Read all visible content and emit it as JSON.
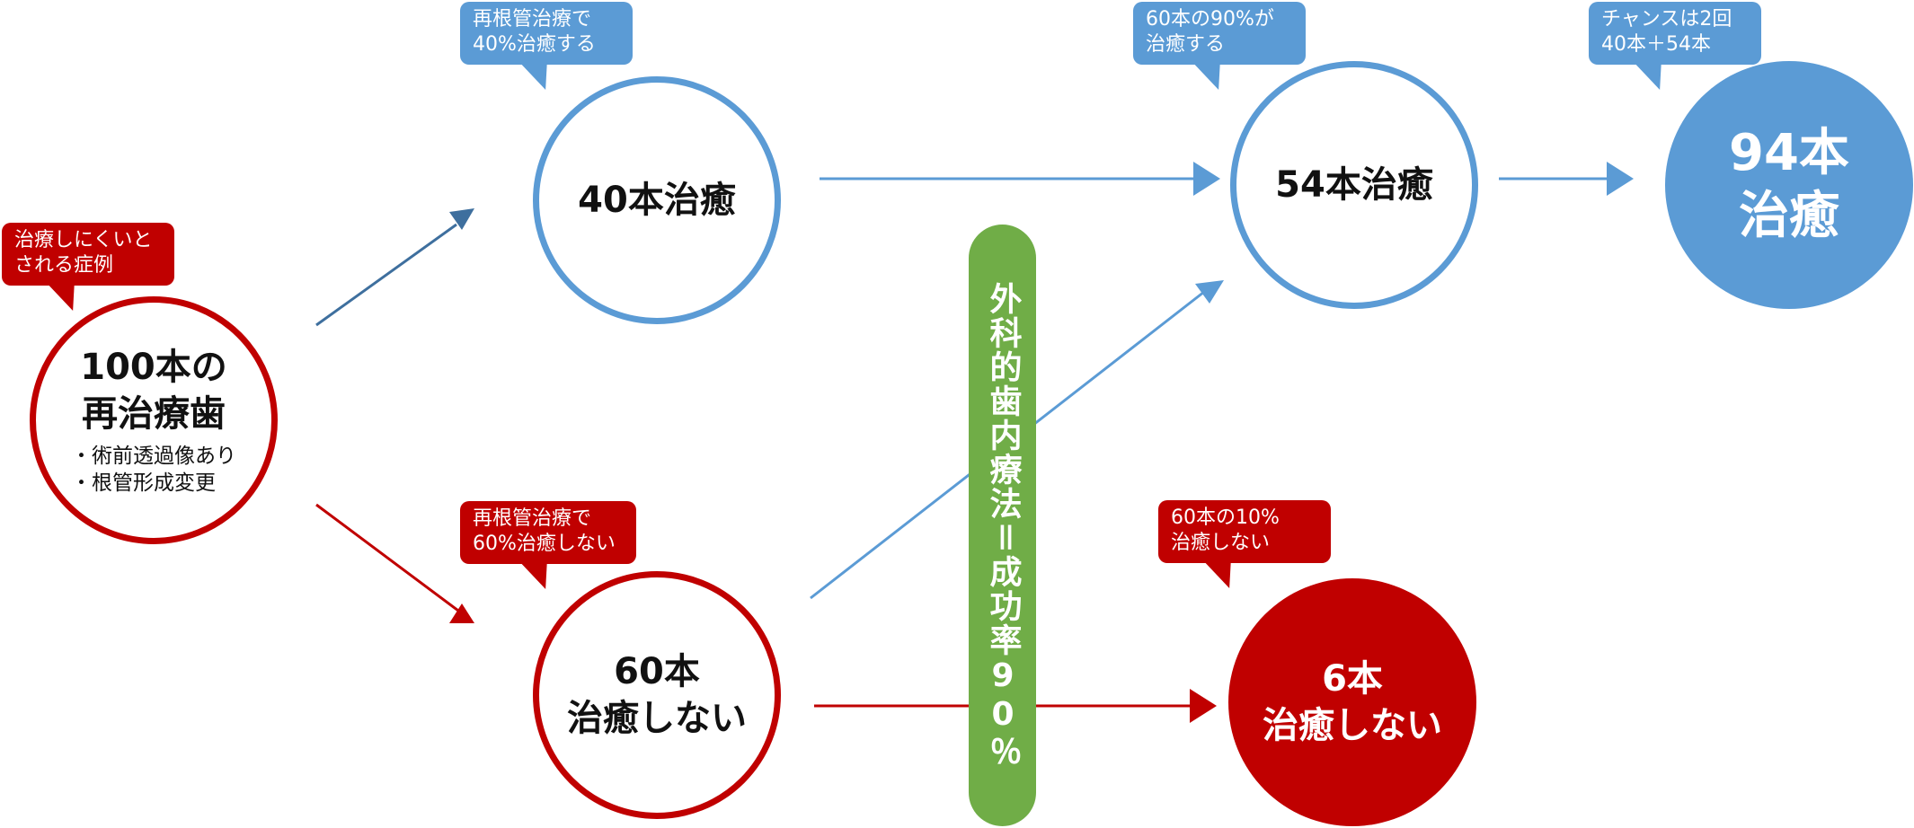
{
  "nodes": {
    "start": {
      "line1": "100本の",
      "line2": "再治療歯",
      "note1": "・術前透過像あり",
      "note2": "・根管形成変更"
    },
    "heal40": {
      "label": "40本治癒"
    },
    "noheal60": {
      "line1": "60本",
      "line2": "治癒しない"
    },
    "heal54": {
      "label": "54本治癒"
    },
    "noheal6": {
      "line1": "6本",
      "line2": "治癒しない"
    },
    "total94": {
      "line1": "94本",
      "line2": "治癒"
    }
  },
  "bubbles": {
    "start": {
      "line1": "治療しにくいと",
      "line2": "される症例"
    },
    "heal40": {
      "line1": "再根管治療で",
      "line2": "40%治癒する"
    },
    "noheal60": {
      "line1": "再根管治療で",
      "line2": "60%治癒しない"
    },
    "heal54": {
      "line1": "60本の90%が",
      "line2": "治癒する"
    },
    "noheal6": {
      "line1": "60本の10%",
      "line2": "治癒しない"
    },
    "total94": {
      "line1": "チャンスは2回",
      "line2": "40本＋54本"
    }
  },
  "center_label": "外科的歯内療法＝成功率90％",
  "colors": {
    "blue": "#5b9bd5",
    "red": "#c00000",
    "green": "#70ad47",
    "dark_blue": "#3e6f9e"
  }
}
